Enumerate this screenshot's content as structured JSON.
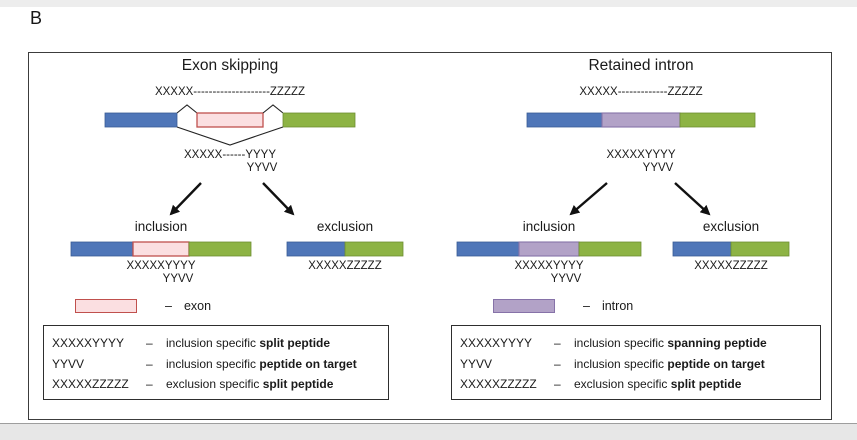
{
  "dash": "–",
  "panel_label": "B",
  "colors": {
    "exon_blue": "#4f76b8",
    "exon_blue_border": "#3a5c96",
    "exon_green": "#8db344",
    "exon_green_border": "#6f8e33",
    "alt_exon_fill": "#fbdfe1",
    "alt_exon_border": "#c0504d",
    "intron_fill": "#b2a2c7",
    "intron_border": "#8672a8",
    "line_color": "#1c1c1c"
  },
  "exon_skipping": {
    "title": "Exon skipping",
    "pre_mrna_sequence": "XXXXX--------------------ZZZZZ",
    "junction_sequence_line1": "XXXXX------YYYY",
    "junction_sequence_line2": "YYVV",
    "inclusion_label": "inclusion",
    "exclusion_label": "exclusion",
    "inclusion_sequence_line1": "XXXXXYYYY",
    "inclusion_sequence_line2": "YYVV",
    "exclusion_sequence": "XXXXXZZZZZ",
    "swatch_label": "exon",
    "legend": [
      {
        "key": "XXXXXYYYY",
        "plain": "inclusion specific ",
        "bold": "split peptide"
      },
      {
        "key": "YYVV",
        "plain": "inclusion specific ",
        "bold": "peptide on target"
      },
      {
        "key": "XXXXXZZZZZ",
        "plain": "exclusion specific ",
        "bold": "split peptide"
      }
    ]
  },
  "retained_intron": {
    "title": "Retained intron",
    "pre_mrna_sequence": "XXXXX-------------ZZZZZ",
    "junction_sequence_line1": "XXXXXYYYY",
    "junction_sequence_line2": "YYVV",
    "inclusion_label": "inclusion",
    "exclusion_label": "exclusion",
    "inclusion_sequence_line1": "XXXXXYYYY",
    "inclusion_sequence_line2": "YYVV",
    "exclusion_sequence": "XXXXXZZZZZ",
    "swatch_label": "intron",
    "legend": [
      {
        "key": "XXXXXYYYY",
        "plain": "inclusion specific ",
        "bold": "spanning peptide"
      },
      {
        "key": "YYVV",
        "plain": "inclusion specific ",
        "bold": "peptide on target"
      },
      {
        "key": "XXXXXZZZZZ",
        "plain": "exclusion specific ",
        "bold": "split peptide"
      }
    ]
  }
}
